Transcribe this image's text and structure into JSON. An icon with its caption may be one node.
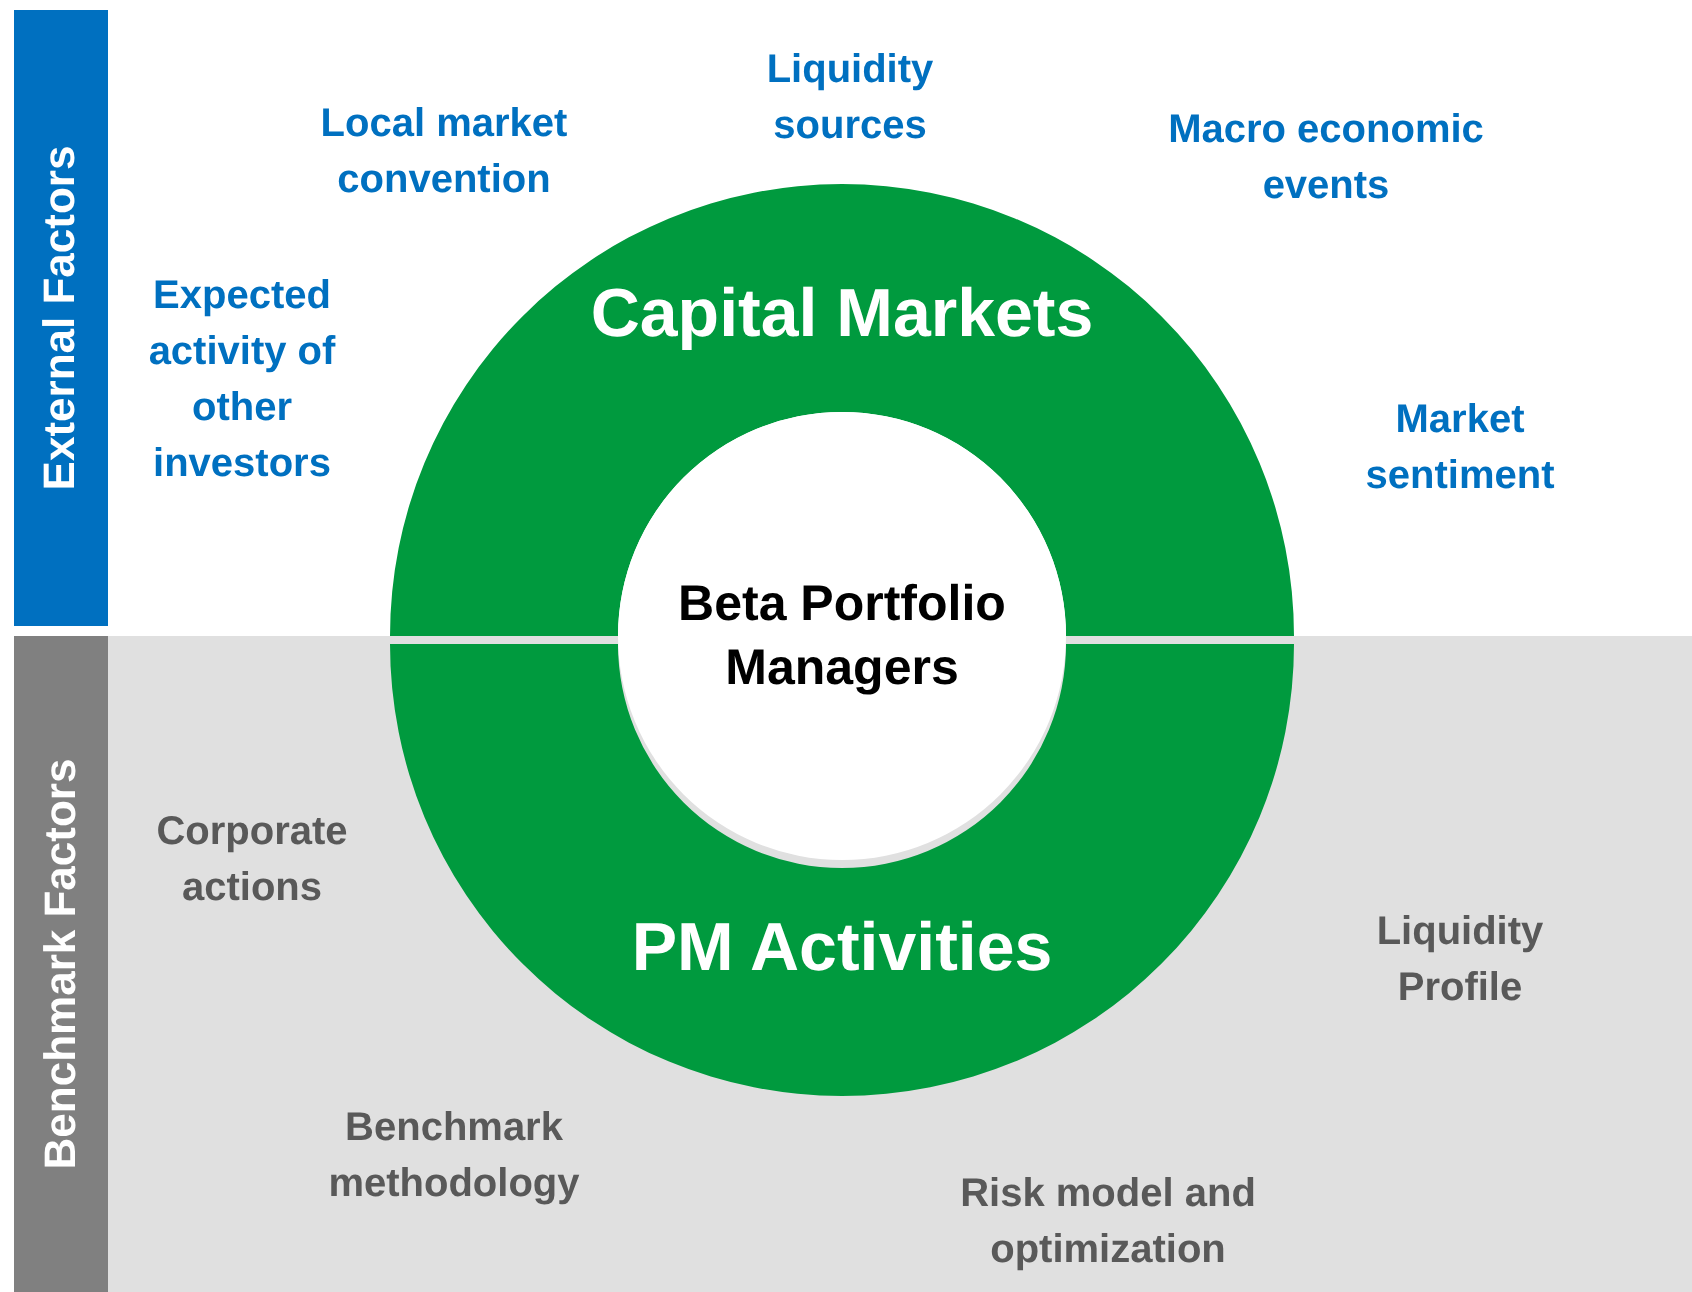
{
  "diagram": {
    "nodes": [
      {
        "text": [
          "External Factors"
        ]
      },
      {
        "text": [
          "Benchmark Factors"
        ]
      },
      {
        "text": [
          "Capital Markets"
        ]
      },
      {
        "text": [
          "PM Activities"
        ]
      },
      {
        "text": [
          "Beta Portfolio Managers"
        ]
      }
    ],
    "labels": [
      "Liquidity sources",
      "Local market convention",
      "Macro economic events",
      "Expected activity of other investors",
      "Market sentiment",
      "Corporate actions",
      "Liquidity Profile",
      "Benchmark methodology",
      "Risk model and optimization"
    ]
  }
}
